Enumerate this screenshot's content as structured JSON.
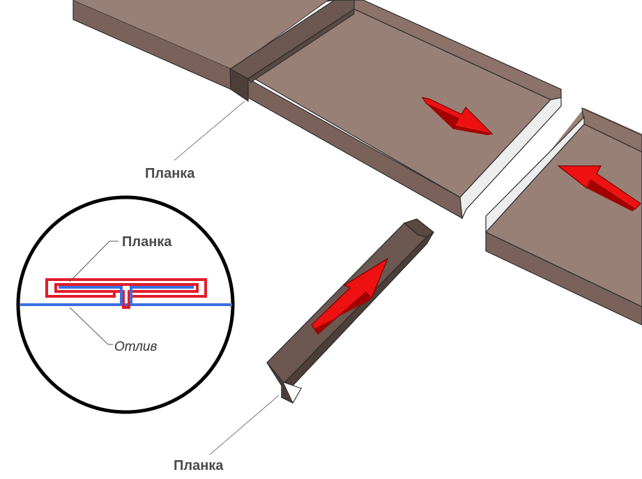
{
  "labels": {
    "top_strip": "Планка",
    "detail_strip": "Планка",
    "detail_sill": "Отлив",
    "bottom_strip": "Планка"
  },
  "colors": {
    "sheet_face": "#998077",
    "sheet_side": "#7a625b",
    "strip_face": "#6c5751",
    "strip_dark": "#4e3e39",
    "edge": "#2b2b2b",
    "arrow_red": "#ee1111",
    "detail_red": "#e21d2a",
    "detail_blue": "#3b6fe0",
    "leader": "#555555"
  },
  "icons": [
    "arrow-right-down-icon",
    "arrow-left-up-icon",
    "arrow-up-right-icon"
  ]
}
